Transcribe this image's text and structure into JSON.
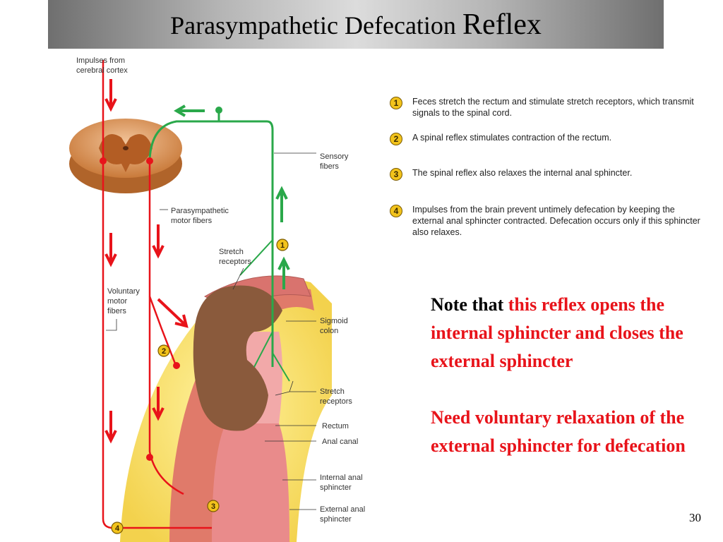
{
  "title": {
    "main": "Parasympathetic Defecation",
    "emphasis": "Reflex"
  },
  "diagram_labels": {
    "impulses": [
      "Impulses from",
      "cerebral cortex"
    ],
    "sensory": [
      "Sensory",
      "fibers"
    ],
    "parasympathetic": [
      "Parasympathetic",
      "motor fibers"
    ],
    "stretch_top": [
      "Stretch",
      "receptors"
    ],
    "voluntary": [
      "Voluntary",
      "motor",
      "fibers"
    ],
    "sigmoid": [
      "Sigmoid",
      "colon"
    ],
    "stretch_bottom": [
      "Stretch",
      "receptors"
    ],
    "rectum": "Rectum",
    "anal_canal": "Anal canal",
    "internal": [
      "Internal anal",
      "sphincter"
    ],
    "external": [
      "External anal",
      "sphincter"
    ]
  },
  "badges": [
    "1",
    "2",
    "3",
    "4"
  ],
  "steps": [
    {
      "num": "1",
      "text": "Feces stretch the rectum and stimulate stretch receptors, which transmit signals to the spinal cord."
    },
    {
      "num": "2",
      "text": "A spinal reflex stimulates contraction of the rectum."
    },
    {
      "num": "3",
      "text": "The spinal reflex also relaxes the internal anal sphincter."
    },
    {
      "num": "4",
      "text": "Impulses from the brain prevent untimely defecation by keeping the external anal sphincter contracted. Defecation occurs only if this sphincter also relaxes."
    }
  ],
  "note": {
    "intro": "Note that",
    "highlight": "this reflex opens the internal sphincter and closes the external sphincter",
    "second": "Need voluntary relaxation of the external sphincter for defecation"
  },
  "page_number": "30",
  "colors": {
    "motor": "#e8131a",
    "sensory": "#2aa84a",
    "badge": "#f2c31c",
    "feces": "#8a5a3c"
  }
}
